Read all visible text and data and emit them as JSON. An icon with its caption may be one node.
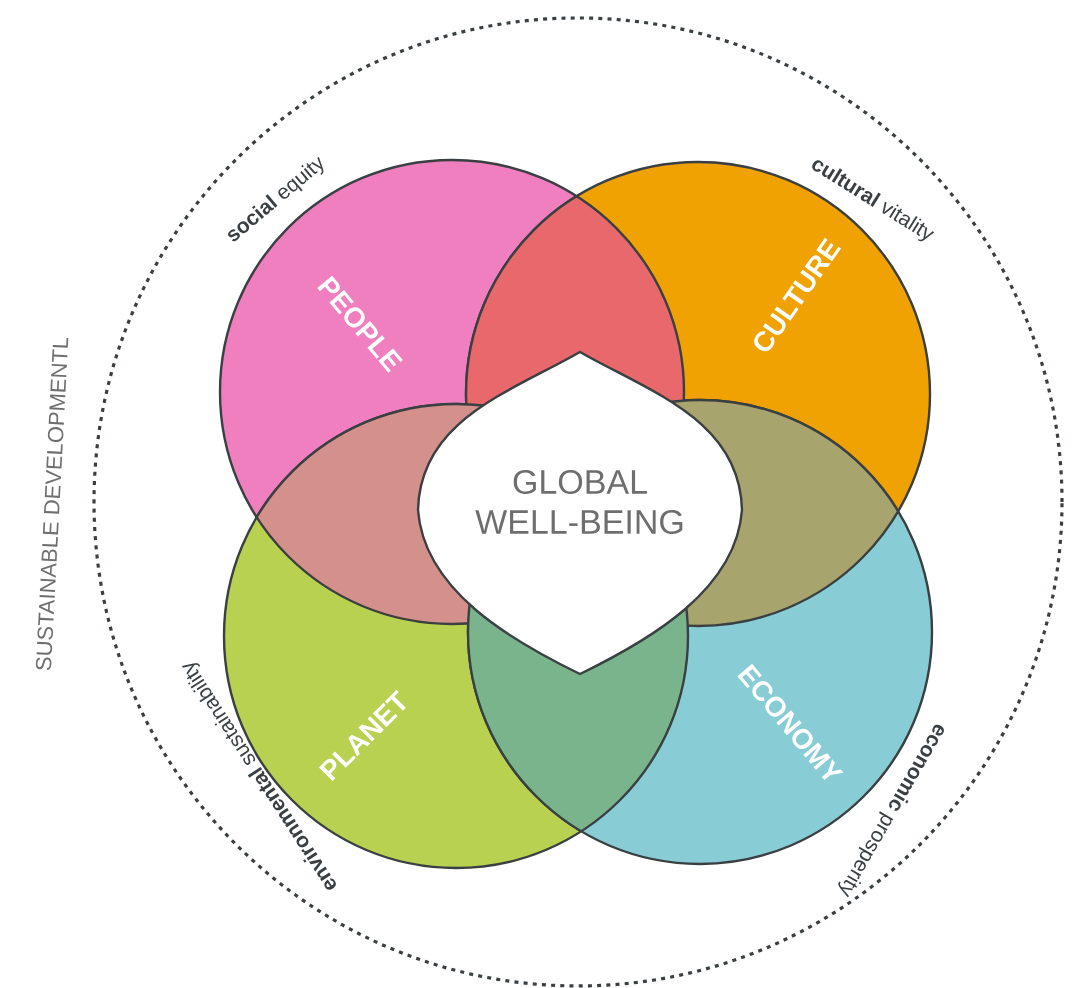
{
  "diagram": {
    "nodes": [
      {
        "text": [
          "SUSTAINABLE DEVELOPMENTL"
        ]
      },
      {
        "text": [
          "PEOPLE"
        ],
        "beside": [
          "**social** equity"
        ],
        "in": 0
      },
      {
        "text": [
          "CULTURE"
        ],
        "beside": [
          "**cultural** vitality"
        ],
        "in": 0
      },
      {
        "text": [
          "PLANET"
        ],
        "beside": [
          "**environmental** sustainability"
        ],
        "in": 0
      },
      {
        "text": [
          "ECONOMY"
        ],
        "beside": [
          "**economic** prosperity"
        ],
        "in": 0
      },
      {
        "text": [
          "GLOBAL WELL-BEING"
        ],
        "in": 0
      }
    ]
  }
}
